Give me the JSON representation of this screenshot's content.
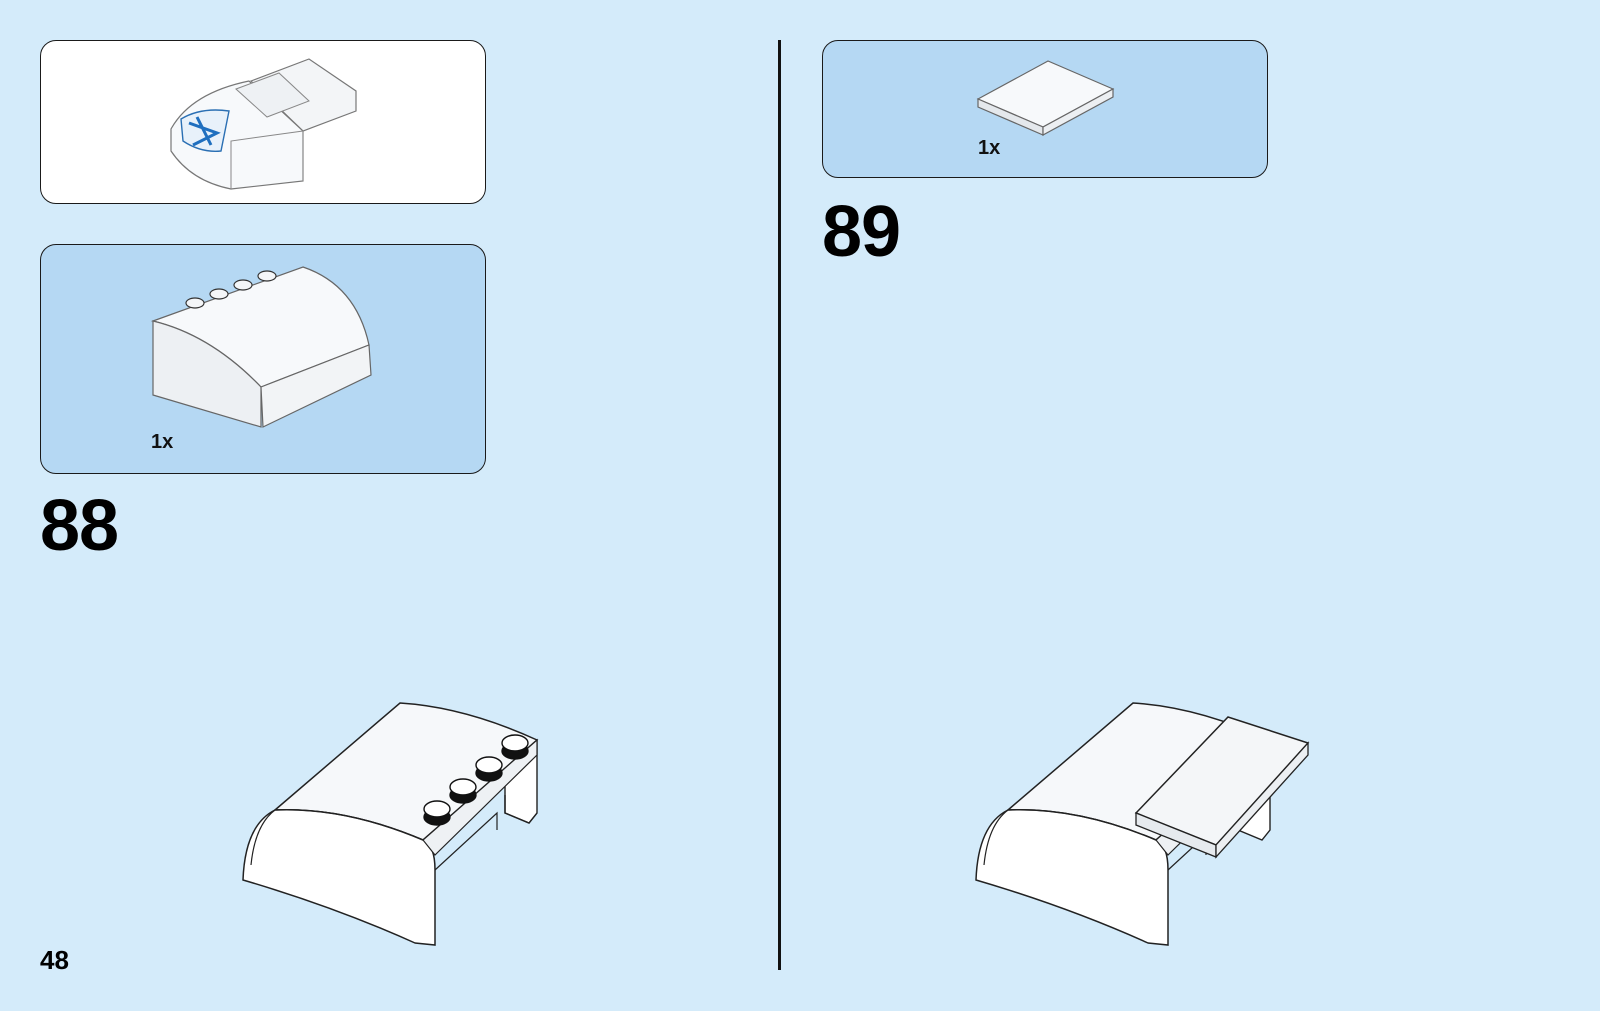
{
  "page": {
    "number": "48"
  },
  "colors": {
    "background": "#d4ebfa",
    "parts_panel": "#b5d8f3",
    "preview_panel": "#ffffff"
  },
  "steps": [
    {
      "number": "88",
      "parts": [
        {
          "quantity": "1x",
          "part": "curved-slope-brick-icon"
        }
      ]
    },
    {
      "number": "89",
      "parts": [
        {
          "quantity": "1x",
          "part": "flat-tile-icon"
        }
      ]
    }
  ]
}
